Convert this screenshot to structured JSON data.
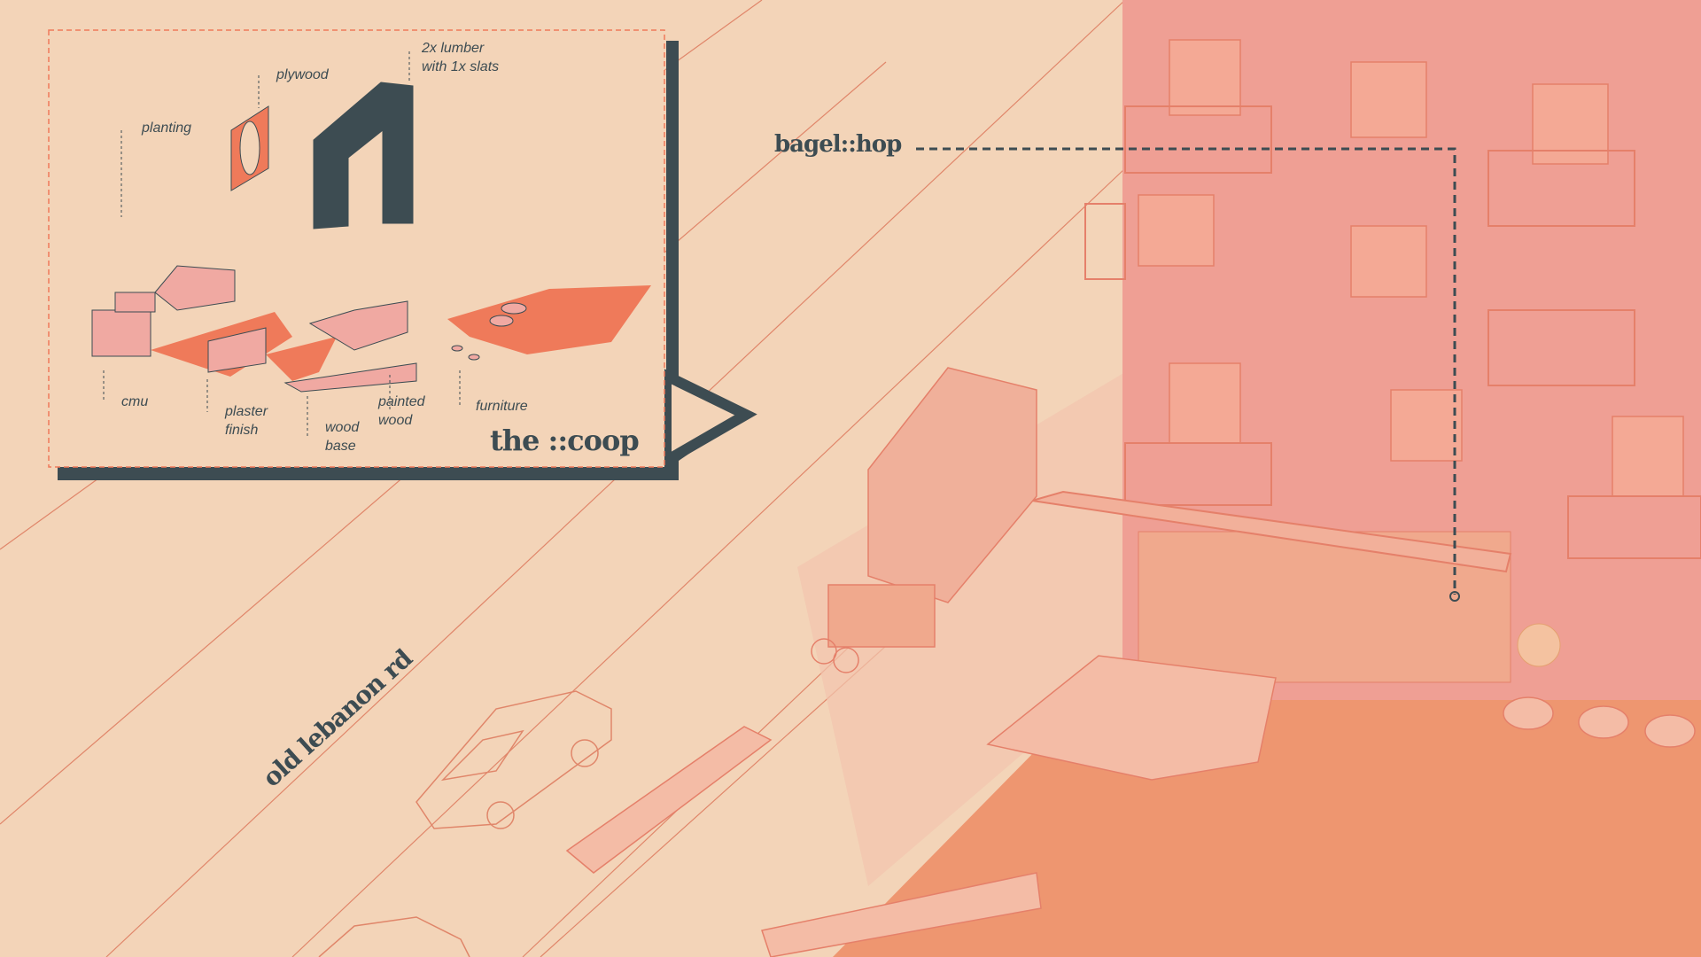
{
  "inset": {
    "title": "the ::coop",
    "labels": {
      "lumber": "2x lumber\nwith 1x slats",
      "plywood": "plywood",
      "planting": "planting",
      "cmu": "cmu",
      "plaster": "plaster\nfinish",
      "wood_base": "wood\nbase",
      "painted_wood": "painted\nwood",
      "furniture": "furniture"
    }
  },
  "callout": {
    "bagel_shop": "bagel::hop"
  },
  "street": {
    "name": "old lebanon rd"
  },
  "colors": {
    "background": "#f3d4b8",
    "building": "#ef9f94",
    "plaza": "#ee9670",
    "ink": "#3d4c52",
    "accent": "#ef7a5a"
  }
}
